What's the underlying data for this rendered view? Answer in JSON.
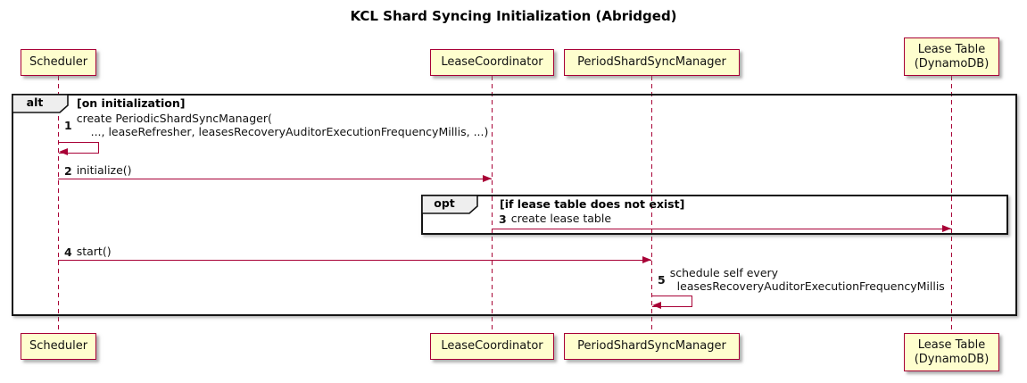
{
  "title": "KCL Shard Syncing Initialization (Abridged)",
  "colors": {
    "arrow": "#A80036",
    "participant_fill": "#FEFECE",
    "participant_border": "#A80036",
    "frame_border": "#151515",
    "frame_header_fill": "#EEEEEE"
  },
  "participants": [
    {
      "name": "Scheduler"
    },
    {
      "name": "LeaseCoordinator"
    },
    {
      "name": "PeriodShardSyncManager"
    },
    {
      "name": "Lease Table\n(DynamoDB)"
    }
  ],
  "frames": {
    "alt": {
      "keyword": "alt",
      "condition": "[on initialization]"
    },
    "opt": {
      "keyword": "opt",
      "condition": "[if lease table does not exist]"
    }
  },
  "messages": [
    {
      "num": "1",
      "text": "create PeriodicShardSyncManager(\n    ..., leaseRefresher, leasesRecoveryAuditorExecutionFrequencyMillis, ...)",
      "from": "Scheduler",
      "to": "Scheduler",
      "kind": "self"
    },
    {
      "num": "2",
      "text": "initialize()",
      "from": "Scheduler",
      "to": "LeaseCoordinator",
      "kind": "solid"
    },
    {
      "num": "3",
      "text": "create lease table",
      "from": "LeaseCoordinator",
      "to": "Lease Table (DynamoDB)",
      "kind": "solid"
    },
    {
      "num": "4",
      "text": "start()",
      "from": "Scheduler",
      "to": "PeriodShardSyncManager",
      "kind": "solid"
    },
    {
      "num": "5",
      "text": "schedule self every\n  leasesRecoveryAuditorExecutionFrequencyMillis",
      "from": "PeriodShardSyncManager",
      "to": "PeriodShardSyncManager",
      "kind": "self"
    }
  ]
}
